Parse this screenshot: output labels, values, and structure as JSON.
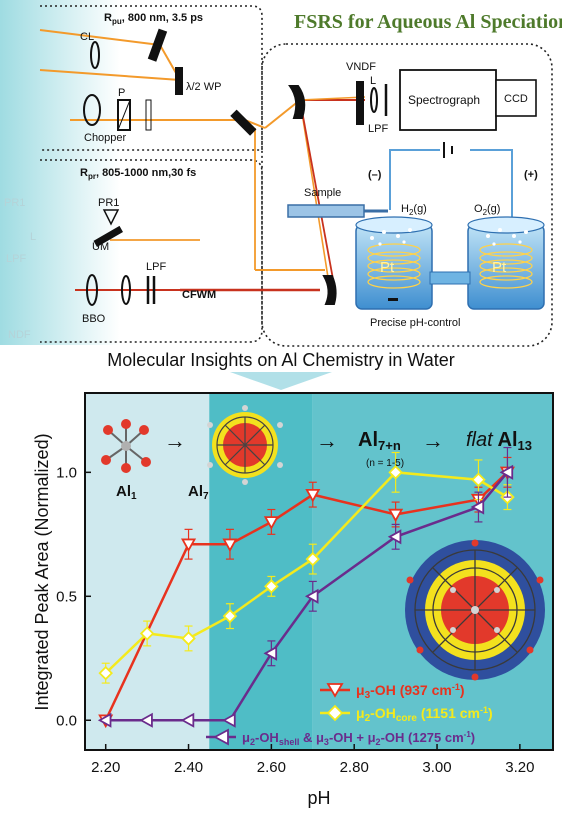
{
  "title": "FSRS for Aqueous Al Speciation",
  "subtitle": "Molecular Insights on Al Chemistry in Water",
  "setup": {
    "pump_beam": "R",
    "pump_beam_sub": "pu",
    "pump_beam_spec": ", 800 nm, 3.5 ps",
    "probe_beam": "R",
    "probe_beam_sub": "pr",
    "probe_beam_spec": ", 805-1000 nm,30 fs",
    "labels": {
      "cl": "CL",
      "p": "P",
      "waveplate": "λ/2 WP",
      "chopper": "Chopper",
      "vndf": "VNDF",
      "l": "L",
      "lpf": "LPF",
      "spectrograph": "Spectrograph",
      "ccd": "CCD",
      "sample": "Sample",
      "minus": "(–)",
      "plus": "(+)",
      "h2": "H",
      "h2_sub": "2",
      "h2_tail": "(g)",
      "o2": "O",
      "o2_sub": "2",
      "o2_tail": "(g)",
      "pt_left": "Pt",
      "pt_right": "Pt",
      "ph_control": "Precise pH-control",
      "pr1": "PR1",
      "um": "UM",
      "lpf_probe": "LPF",
      "bbo": "BBO",
      "cfwm": "CFWM",
      "ghost_pr1": "PR1",
      "ghost_l": "L",
      "ghost_lpf": "LPF",
      "ghost_ndf": "NDF"
    }
  },
  "chart_data": {
    "type": "line",
    "xlabel": "pH",
    "ylabel": "Integrated Peak Area (Normalized)",
    "xlim": [
      2.15,
      3.28
    ],
    "ylim": [
      -0.12,
      1.32
    ],
    "xticks": [
      "2.20",
      "2.40",
      "2.60",
      "2.80",
      "3.00",
      "3.20"
    ],
    "xtick_values": [
      2.2,
      2.4,
      2.6,
      2.8,
      3.0,
      3.2
    ],
    "yticks": [
      "0.0",
      "0.5",
      "1.0"
    ],
    "ytick_values": [
      0.0,
      0.5,
      1.0
    ],
    "series": [
      {
        "name": "μ3-OH (937 cm-1)",
        "color": "#e8321e",
        "marker": "triangle-down",
        "x": [
          2.2,
          2.4,
          2.5,
          2.6,
          2.7,
          2.9,
          3.1,
          3.17
        ],
        "y": [
          0.0,
          0.71,
          0.71,
          0.8,
          0.91,
          0.83,
          0.89,
          1.0
        ],
        "err": [
          0.0,
          0.06,
          0.06,
          0.05,
          0.05,
          0.05,
          0.05,
          0.06
        ]
      },
      {
        "name": "μ2-OHcore (1151 cm-1)",
        "color": "#f4ea1c",
        "marker": "diamond",
        "x": [
          2.2,
          2.3,
          2.4,
          2.5,
          2.6,
          2.7,
          2.9,
          3.1,
          3.17
        ],
        "y": [
          0.19,
          0.35,
          0.33,
          0.42,
          0.54,
          0.65,
          1.0,
          0.97,
          0.9
        ],
        "err": [
          0.04,
          0.05,
          0.05,
          0.05,
          0.04,
          0.06,
          0.08,
          0.08,
          0.05
        ]
      },
      {
        "name": "μ2-OHshell & μ3-OH + μ2-OH (1275 cm-1)",
        "color": "#6a2c8c",
        "marker": "triangle-left",
        "x": [
          2.2,
          2.3,
          2.4,
          2.5,
          2.6,
          2.7,
          2.9,
          3.1,
          3.17
        ],
        "y": [
          0.0,
          0.0,
          0.0,
          0.0,
          0.27,
          0.5,
          0.74,
          0.86,
          1.0
        ],
        "err": [
          0.0,
          0.0,
          0.0,
          0.0,
          0.05,
          0.06,
          0.05,
          0.06,
          0.1
        ]
      }
    ],
    "legend": {
      "placement": "bottom-right",
      "entries": [
        {
          "pre": "μ",
          "sub1": "3",
          "mid": "-OH  (937 cm",
          "sup": "-1",
          "post": ")",
          "sub2": ""
        },
        {
          "pre": "μ",
          "sub1": "2",
          "mid": "-OH",
          "sub2": "core",
          "tail": " (1151 cm",
          "sup": "-1",
          "post": ")"
        },
        {
          "pre": "μ",
          "sub1": "2",
          "mid": "-OH",
          "sub2": "shell",
          "tail": " & μ",
          "sub3": "3",
          "tail2": "-OH + μ",
          "sub4": "2",
          "tail3": "-OH (1275 cm",
          "sup": "-1",
          "post": ")"
        }
      ]
    },
    "background_bands": [
      {
        "from": 2.15,
        "to": 2.45,
        "color": "#cfe9ee"
      },
      {
        "from": 2.45,
        "to": 2.7,
        "color": "#4fbdc6"
      },
      {
        "from": 2.7,
        "to": 3.28,
        "color": "#63c3cc"
      }
    ],
    "annotations": {
      "al1": "Al",
      "al1_sub": "1",
      "al7": "Al",
      "al7_sub": "7",
      "al7n": "Al",
      "al7n_sub": "7+n",
      "n_range": "(n = 1-5)",
      "flat": "flat",
      "al13": " Al",
      "al13_sub": "13",
      "arrow": "→"
    }
  }
}
